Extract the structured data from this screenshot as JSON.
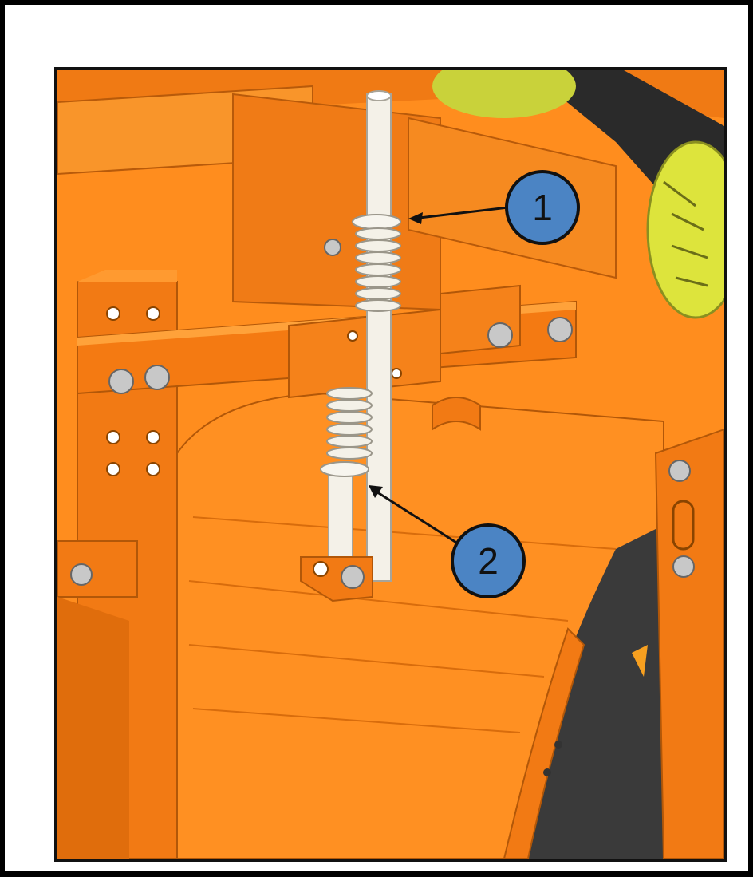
{
  "figure": {
    "callouts": [
      {
        "number": "1",
        "target": "upper-spring-retainer"
      },
      {
        "number": "2",
        "target": "lower-spring-retainer"
      }
    ]
  },
  "colors": {
    "frame_orange": "#f47a12",
    "frame_orange_dark": "#c75a05",
    "frame_orange_light": "#ff9a2e",
    "spring_white": "#f4f1e8",
    "callout_blue": "#4b84c4",
    "pto_yellow": "#d8e03a",
    "shaft_dark": "#2a2a2a",
    "bolt_grey": "#c8c8c8",
    "background_white": "#ffffff",
    "border_black": "#111111"
  }
}
